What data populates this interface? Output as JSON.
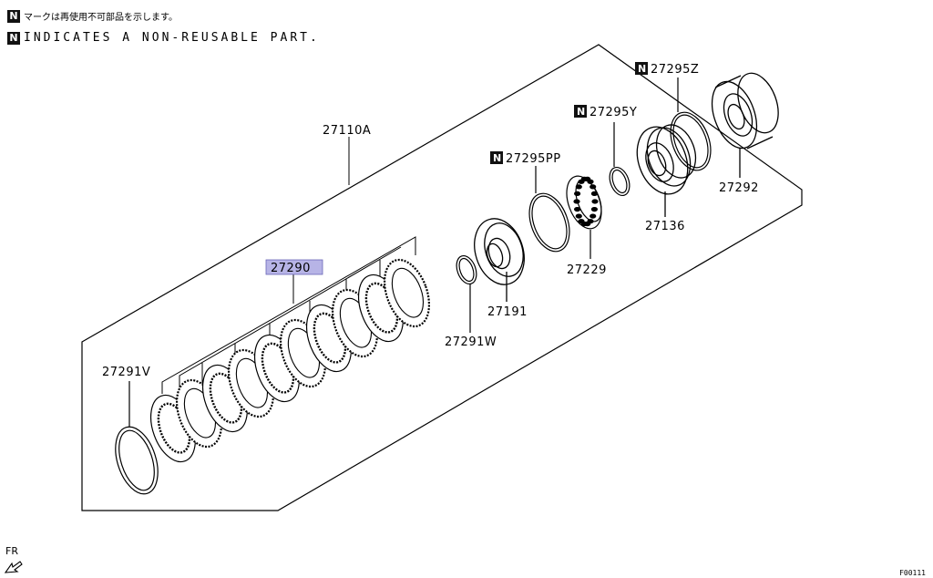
{
  "legend": {
    "marker": "N",
    "japanese_text": "マークは再使用不可部品を示します。",
    "english_text": "INDICATES A NON-REUSABLE PART."
  },
  "parts": {
    "p27110A": "27110A",
    "p27290": "27290",
    "p27291V": "27291V",
    "p27291W": "27291W",
    "p27191": "27191",
    "p27229": "27229",
    "p27295PP": "27295PP",
    "p27295Y": "27295Y",
    "p27295Z": "27295Z",
    "p27136": "27136",
    "p27292": "27292"
  },
  "highlight_color": "#b7b4e6",
  "fr_label": "FR",
  "figure_code": "F00111"
}
